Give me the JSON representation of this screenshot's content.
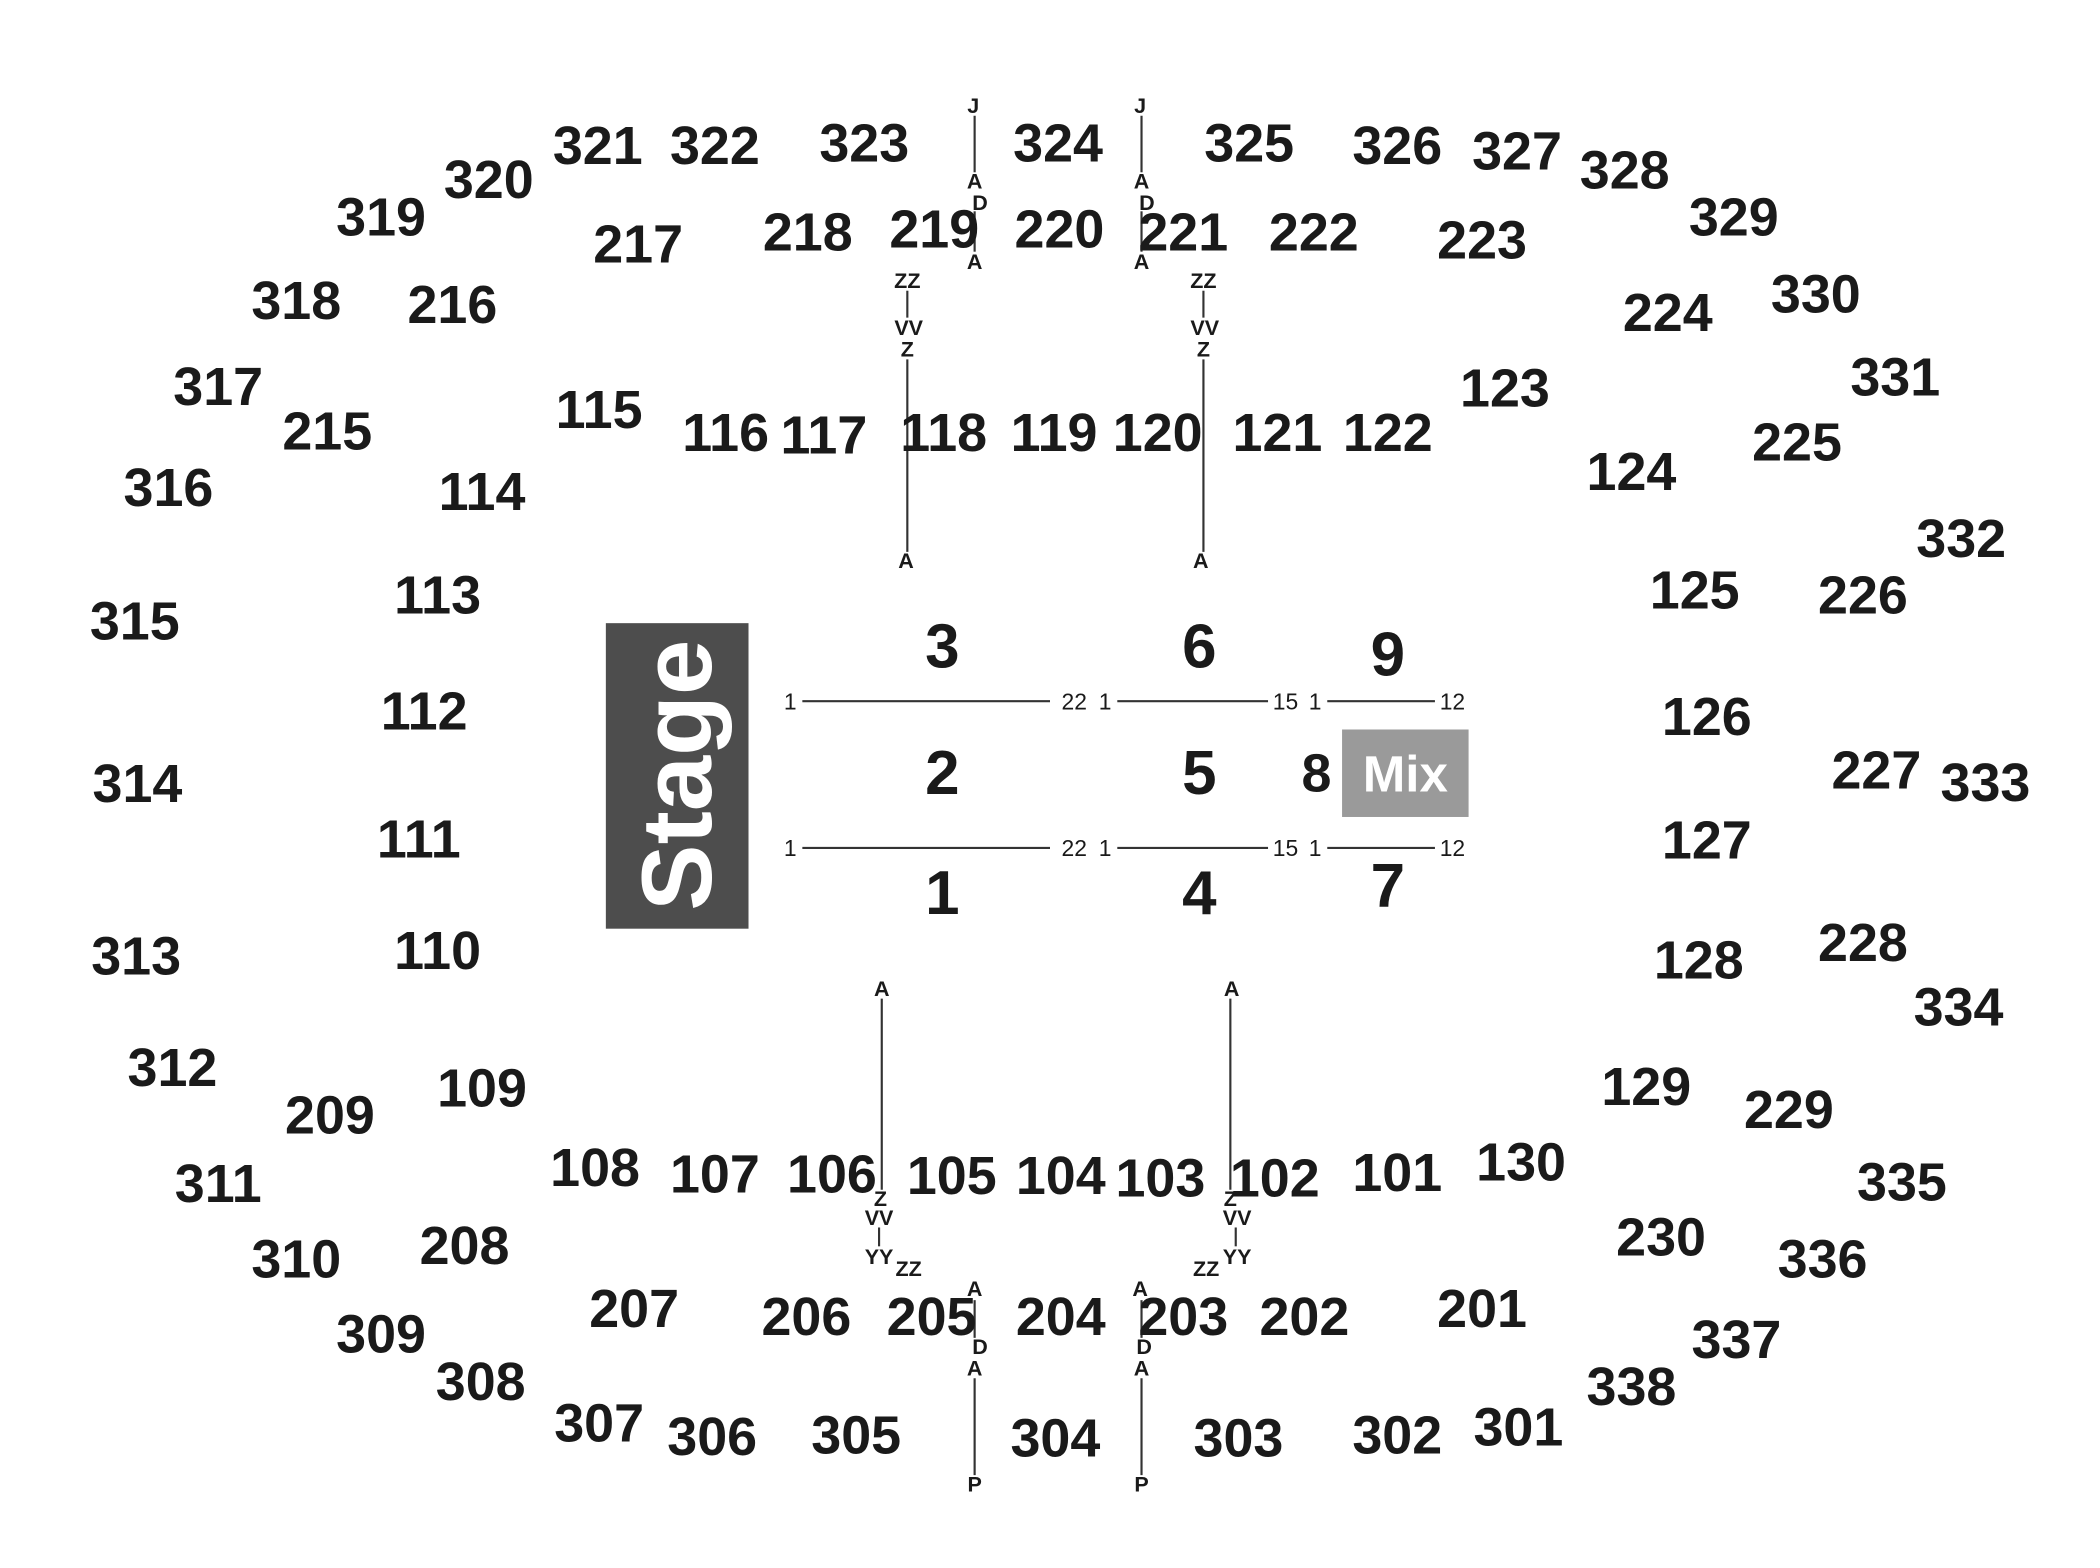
{
  "stage": {
    "label": "Stage",
    "color": "#4d4d4d"
  },
  "mix": {
    "label": "Mix",
    "color": "#9a9a9a"
  },
  "floor": {
    "f1": "1",
    "f2": "2",
    "f3": "3",
    "f4": "4",
    "f5": "5",
    "f6": "6",
    "f7": "7",
    "f8": "8",
    "f9": "9"
  },
  "floor_seats": {
    "a1": "1",
    "a22": "22",
    "b1": "1",
    "b15": "15",
    "c1": "1",
    "c12": "12",
    "d1": "1",
    "d22": "22",
    "e1": "1",
    "e15": "15",
    "f1": "1",
    "f12": "12"
  },
  "row_labels": {
    "tl_j": "J",
    "tl_a1": "A",
    "tl_d": "D",
    "tl_a2": "A",
    "tr_j": "J",
    "tr_a1": "A",
    "tr_d": "D",
    "tr_a2": "A",
    "ml_zz": "ZZ",
    "ml_vv": "VV",
    "ml_z": "Z",
    "ml_a": "A",
    "mr_zz": "ZZ",
    "mr_vv": "VV",
    "mr_z": "Z",
    "mr_a": "A",
    "bl_a": "A",
    "bl_z": "Z",
    "bl_vv": "VV",
    "bl_yy": "YY",
    "bl_zz": "ZZ",
    "br_a": "A",
    "br_z": "Z",
    "br_vv": "VV",
    "br_yy": "YY",
    "br_zz": "ZZ",
    "lbl_a1": "A",
    "lbl_d": "D",
    "lbl_a2": "A",
    "lbl_p": "P",
    "lbr_a1": "A",
    "lbr_d": "D",
    "lbr_a2": "A",
    "lbr_p": "P"
  },
  "sections": {
    "s101": "101",
    "s102": "102",
    "s103": "103",
    "s104": "104",
    "s105": "105",
    "s106": "106",
    "s107": "107",
    "s108": "108",
    "s109": "109",
    "s110": "110",
    "s111": "111",
    "s112": "112",
    "s113": "113",
    "s114": "114",
    "s115": "115",
    "s116": "116",
    "s117": "117",
    "s118": "118",
    "s119": "119",
    "s120": "120",
    "s121": "121",
    "s122": "122",
    "s123": "123",
    "s124": "124",
    "s125": "125",
    "s126": "126",
    "s127": "127",
    "s128": "128",
    "s129": "129",
    "s130": "130",
    "s201": "201",
    "s202": "202",
    "s203": "203",
    "s204": "204",
    "s205": "205",
    "s206": "206",
    "s207": "207",
    "s208": "208",
    "s209": "209",
    "s215": "215",
    "s216": "216",
    "s217": "217",
    "s218": "218",
    "s219": "219",
    "s220": "220",
    "s221": "221",
    "s222": "222",
    "s223": "223",
    "s224": "224",
    "s225": "225",
    "s226": "226",
    "s227": "227",
    "s228": "228",
    "s229": "229",
    "s230": "230",
    "s301": "301",
    "s302": "302",
    "s303": "303",
    "s304": "304",
    "s305": "305",
    "s306": "306",
    "s307": "307",
    "s308": "308",
    "s309": "309",
    "s310": "310",
    "s311": "311",
    "s312": "312",
    "s313": "313",
    "s314": "314",
    "s315": "315",
    "s316": "316",
    "s317": "317",
    "s318": "318",
    "s319": "319",
    "s320": "320",
    "s321": "321",
    "s322": "322",
    "s323": "323",
    "s324": "324",
    "s325": "325",
    "s326": "326",
    "s327": "327",
    "s328": "328",
    "s329": "329",
    "s330": "330",
    "s331": "331",
    "s332": "332",
    "s333": "333",
    "s334": "334",
    "s335": "335",
    "s336": "336",
    "s337": "337",
    "s338": "338"
  }
}
